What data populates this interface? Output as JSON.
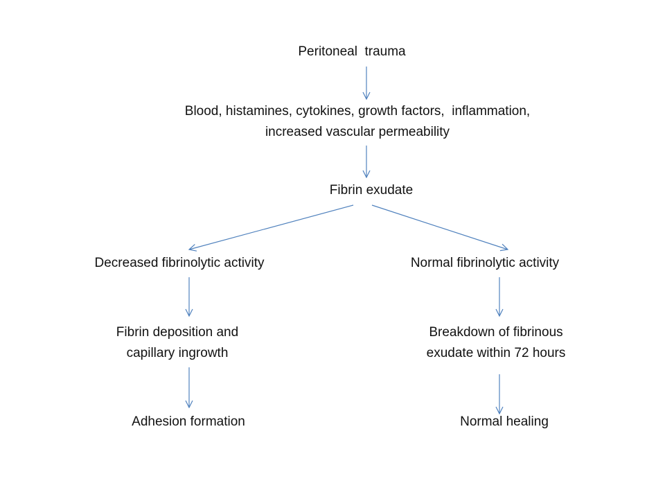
{
  "diagram": {
    "arrow_color": "#4F81BD",
    "text_color": "#111111",
    "nodes": {
      "trauma": {
        "lines": [
          "Peritoneal  trauma"
        ]
      },
      "response": {
        "lines": [
          "Blood, histamines, cytokines, growth factors,  inflammation,",
          "increased vascular permeability"
        ]
      },
      "exudate": {
        "lines": [
          "Fibrin exudate"
        ]
      },
      "decreased": {
        "lines": [
          "Decreased fibrinolytic activity"
        ]
      },
      "normal": {
        "lines": [
          "Normal fibrinolytic activity"
        ]
      },
      "deposition": {
        "lines": [
          "Fibrin deposition and",
          "capillary ingrowth"
        ]
      },
      "breakdown": {
        "lines": [
          "Breakdown of fibrinous",
          "exudate within 72 hours"
        ]
      },
      "adhesion": {
        "lines": [
          "Adhesion formation"
        ]
      },
      "healing": {
        "lines": [
          "Normal healing"
        ]
      }
    }
  }
}
